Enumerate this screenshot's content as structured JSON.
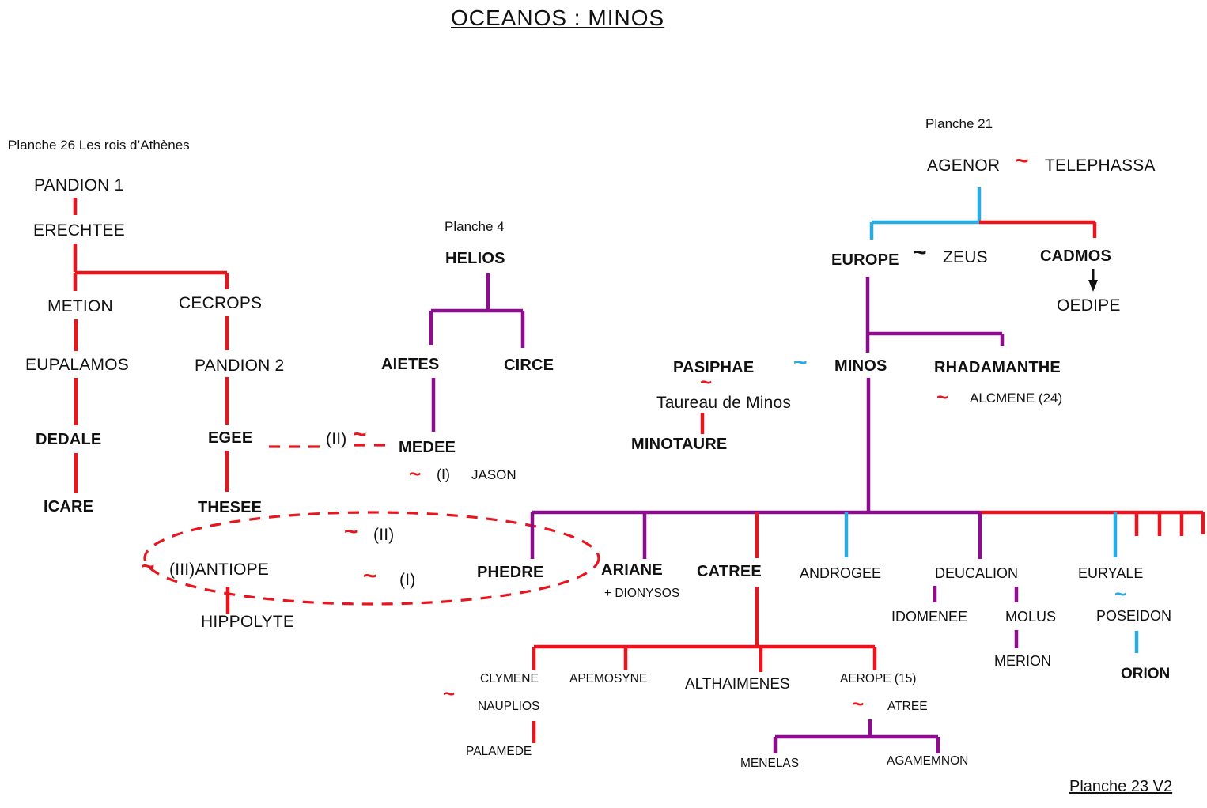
{
  "title": "OCEANOS : MINOS",
  "footer": "Planche 23 V2",
  "symbols": {
    "tilde": "~"
  },
  "colors": {
    "red": "#e8141e",
    "purple": "#8e0c90",
    "cyan": "#29abe2",
    "black": "#111111"
  },
  "planche26": {
    "heading": "Planche 26 Les rois d’Athènes",
    "pandion1": "PANDION 1",
    "erechtee": "ERECHTEE",
    "metion": "METION",
    "cecrops": "CECROPS",
    "eupalamos": "EUPALAMOS",
    "pandion2": "PANDION 2",
    "dedale": "DEDALE",
    "egee": "EGEE",
    "icare": "ICARE",
    "thesee": "THESEE",
    "antiope": "(III)ANTIOPE",
    "hippolyte": "HIPPOLYTE"
  },
  "planche4": {
    "heading": "Planche 4",
    "helios": "HELIOS",
    "aietes": "AIETES",
    "circe": "CIRCE"
  },
  "medee_branch": {
    "marriage_egee": "(II)",
    "medee": "MEDEE",
    "marriage_jason": "(I)",
    "jason": "JASON"
  },
  "thesee_marriages": {
    "m2": "(II)",
    "m1": "(I)"
  },
  "planche21": {
    "heading": "Planche 21",
    "agenor": "AGENOR",
    "telephassa": "TELEPHASSA",
    "europe": "EUROPE",
    "zeus": "ZEUS",
    "cadmos": "CADMOS",
    "oedipe": "OEDIPE"
  },
  "minos_family": {
    "pasiphae": "PASIPHAE",
    "minos": "MINOS",
    "rhadamanthe": "RHADAMANTHE",
    "alcmene": "ALCMENE (24)",
    "taureau": "Taureau de Minos",
    "minotaure": "MINOTAURE"
  },
  "children": {
    "phedre": "PHEDRE",
    "ariane": "ARIANE",
    "dionysos": "+ DIONYSOS",
    "catree": "CATREE",
    "androgee": "ANDROGEE",
    "deucalion": "DEUCALION",
    "euryale": "EURYALE",
    "idomenee": "IDOMENEE",
    "molus": "MOLUS",
    "merion": "MERION",
    "poseidon": "POSEIDON",
    "orion": "ORION"
  },
  "catree_line": {
    "clymene": "CLYMENE",
    "nauplios": "NAUPLIOS",
    "apemosyne": "APEMOSYNE",
    "althaimenes": "ALTHAIMENES",
    "aerope": "AEROPE (15)",
    "atree": "ATREE",
    "palamede": "PALAMEDE",
    "menelas": "MENELAS",
    "agamemnon": "AGAMEMNON"
  }
}
